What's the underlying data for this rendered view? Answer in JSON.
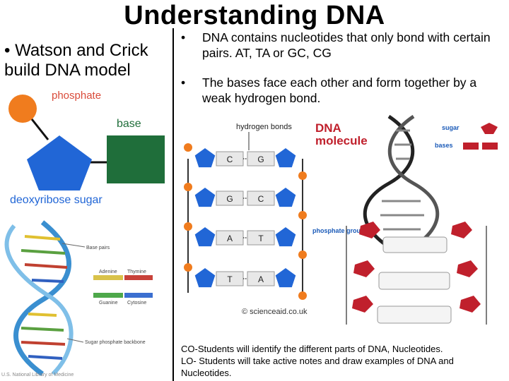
{
  "slide": {
    "title": "Understanding DNA",
    "left_bullet": "• Watson and Crick build DNA model",
    "bullets": [
      "DNA contains nucleotides that only bond with certain pairs. AT, TA or GC, CG",
      "The bases face each other and form together by a weak hydrogen bond."
    ],
    "footer_lines": [
      "CO-Students will identify the different parts of DNA, Nucleotides.",
      "LO- Students will take active notes and draw examples of DNA and Nucleotides."
    ]
  },
  "nucleotide_diagram": {
    "labels": {
      "phosphate": "phosphate",
      "base": "base",
      "sugar": "deoxyribose sugar"
    },
    "colors": {
      "phosphate": "#f07c1e",
      "base": "#1f6e3a",
      "sugar": "#2166d6",
      "label": "#d94b3a",
      "sugar_label": "#2166d6"
    }
  },
  "helix_photo": {
    "labels": [
      "Base pairs",
      "Adenine",
      "Thymine",
      "Guanine",
      "Cytosine",
      "Sugar phosphate backbone"
    ],
    "credit": "U.S. National Library of Medicine"
  },
  "pairs_diagram": {
    "header": "hydrogen bonds",
    "title_lines": [
      "DNA",
      "molecule"
    ],
    "pairs": [
      [
        "C",
        "G"
      ],
      [
        "G",
        "C"
      ],
      [
        "A",
        "T"
      ],
      [
        "T",
        "A"
      ]
    ],
    "credit": "© scienceaid.co.uk",
    "colors": {
      "sugar": "#2166d6",
      "phosphate": "#f07c1e",
      "base": "#e8e8e8",
      "title": "#c0202c"
    }
  },
  "molecule_diagram": {
    "legend": [
      "sugar",
      "bases"
    ],
    "phosphate_label": "phosphate group",
    "colors": {
      "label": "#1a5ab8",
      "base_red": "#c0202c"
    }
  }
}
